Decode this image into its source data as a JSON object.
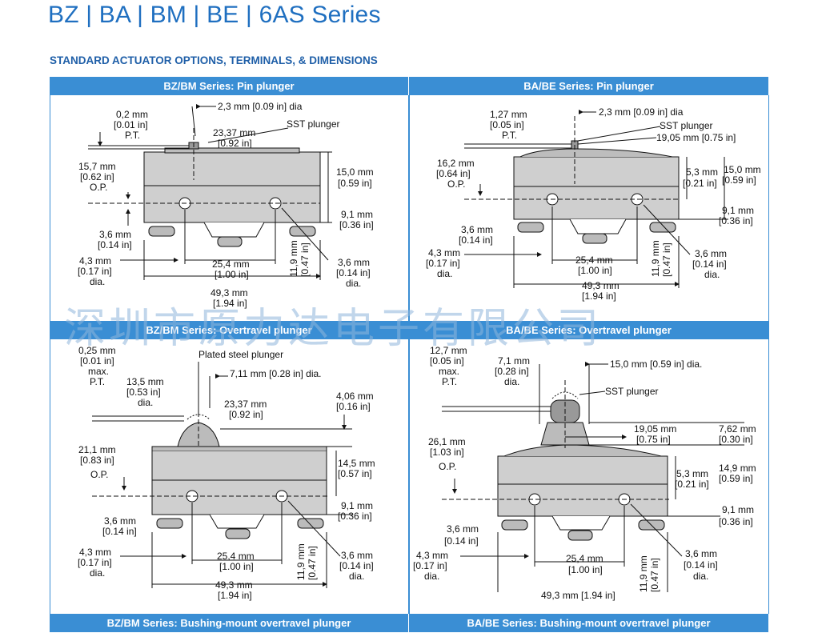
{
  "title": "BZ | BA | BM | BE | 6AS Series",
  "section_title": "STANDARD ACTUATOR OPTIONS, TERMINALS, & DIMENSIONS",
  "panels": {
    "tl": {
      "header": "BZ/BM Series: Pin plunger",
      "labels": {
        "pt1": "0,2 mm",
        "pt2": "[0.01 in]",
        "pt3": "P.T.",
        "dia1": "2,3 mm [0.09 in] dia",
        "w1": "23,37 mm",
        "w2": "[0.92 in]",
        "sst": "SST plunger",
        "op1": "15,7 mm",
        "op2": "[0.62 in]",
        "op3": "O.P.",
        "h1": "15,0 mm",
        "h2": "[0.59 in]",
        "h3": "9,1 mm",
        "h4": "[0.36 in]",
        "t1": "3,6 mm",
        "t2": "[0.14 in]",
        "d1": "4,3 mm",
        "d2": "[0.17 in]",
        "d3": "dia.",
        "s1": "25,4 mm",
        "s2": "[1.00 in]",
        "v1": "11,9 mm",
        "v2": "[0.47 in]",
        "r1": "3,6 mm",
        "r2": "[0.14 in]",
        "r3": "dia.",
        "l1": "49,3 mm",
        "l2": "[1.94 in]"
      }
    },
    "tr": {
      "header": "BA/BE Series: Pin plunger",
      "labels": {
        "pt1": "1,27 mm",
        "pt2": "[0.05 in]",
        "pt3": "P.T.",
        "dia1": "2,3 mm [0.09 in] dia",
        "sst": "SST plunger",
        "w1": "19,05 mm [0.75 in]",
        "op1": "16,2 mm",
        "op2": "[0.64 in]",
        "op3": "O.P.",
        "m1": "5,3 mm",
        "m2": "[0.21 in]",
        "h1": "15,0 mm",
        "h2": "[0.59 in]",
        "h3": "9,1 mm",
        "h4": "[0.36 in]",
        "t1": "3,6 mm",
        "t2": "[0.14 in]",
        "d1": "4,3 mm",
        "d2": "[0.17 in]",
        "d3": "dia.",
        "s1": "25,4 mm",
        "s2": "[1.00 in]",
        "v1": "11,9 mm",
        "v2": "[0.47 in]",
        "r1": "3,6 mm",
        "r2": "[0.14 in]",
        "r3": "dia.",
        "l1": "49,3 mm",
        "l2": "[1.94 in]"
      }
    },
    "bl": {
      "header": "BZ/BM Series: Overtravel plunger",
      "labels": {
        "pt1": "0,25 mm",
        "pt2": "[0.01 in]",
        "pt3": "max.",
        "pt4": "P.T.",
        "pl": "Plated steel plunger",
        "dia1": "7,11 mm [0.28 in] dia.",
        "a1": "13,5 mm",
        "a2": "[0.53 in]",
        "a3": "dia.",
        "w1": "23,37 mm",
        "w2": "[0.92 in]",
        "ot1": "4,06 mm",
        "ot2": "[0.16 in]",
        "op1": "21,1 mm",
        "op2": "[0.83 in]",
        "op3": "O.P.",
        "h1": "14,5 mm",
        "h2": "[0.57 in]",
        "h3": "9,1 mm",
        "h4": "[0.36 in]",
        "t1": "3,6 mm",
        "t2": "[0.14 in]",
        "d1": "4,3 mm",
        "d2": "[0.17 in]",
        "d3": "dia.",
        "s1": "25,4 mm",
        "s2": "[1.00 in]",
        "v1": "11,9 mm",
        "v2": "[0.47 in]",
        "r1": "3,6 mm",
        "r2": "[0.14 in]",
        "r3": "dia.",
        "l1": "49,3 mm",
        "l2": "[1.94 in]"
      }
    },
    "br": {
      "header": "BA/BE Series: Overtravel plunger",
      "labels": {
        "pt1": "12,7 mm",
        "pt2": "[0.05 in]",
        "pt3": "max.",
        "pt4": "P.T.",
        "a1": "7,1 mm",
        "a2": "[0.28 in]",
        "a3": "dia.",
        "dia1": "15,0 mm [0.59 in] dia.",
        "sst": "SST plunger",
        "w1": "19,05 mm",
        "w2": "[0.75 in]",
        "ot1": "7,62 mm",
        "ot2": "[0.30 in]",
        "op1": "26,1 mm",
        "op2": "[1.03 in]",
        "op3": "O.P.",
        "m1": "5,3 mm",
        "m2": "[0.21 in]",
        "h1": "14,9 mm",
        "h2": "[0.59 in]",
        "h3": "9,1 mm",
        "h4": "[0.36 in]",
        "t1": "3,6 mm",
        "t2": "[0.14 in]",
        "d1": "4,3 mm",
        "d2": "[0.17 in]",
        "d3": "dia.",
        "s1": "25,4 mm",
        "s2": "[1.00 in]",
        "v1": "11,9 mm",
        "v2": "[0.47 in]",
        "r1": "3,6 mm",
        "r2": "[0.14 in]",
        "r3": "dia.",
        "l1": "49,3 mm [1.94 in]"
      }
    }
  },
  "footer": {
    "left": "BZ/BM Series: Bushing-mount overtravel plunger",
    "right": "BA/BE Series: Bushing-mount overtravel plunger"
  },
  "watermark": "深圳市原力达电子有限公司"
}
